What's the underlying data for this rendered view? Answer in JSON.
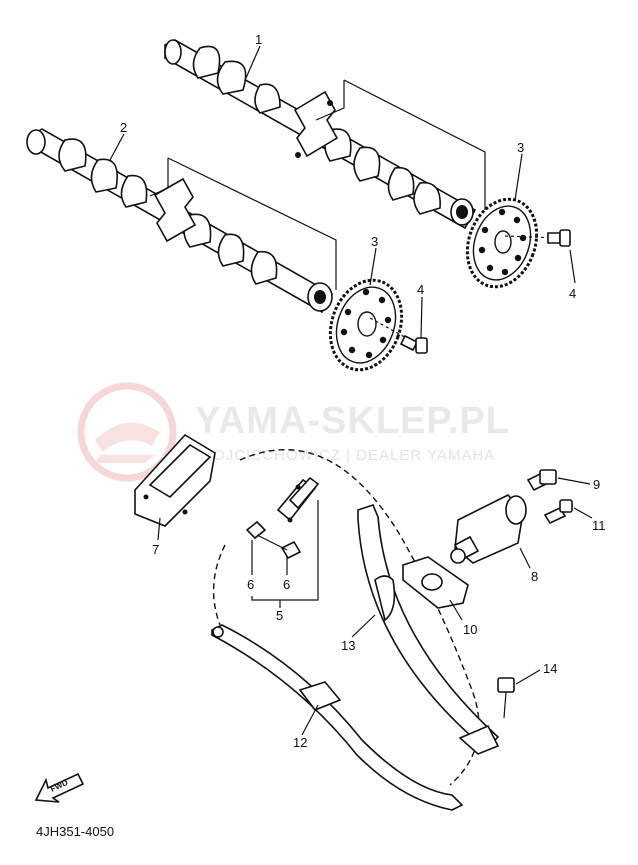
{
  "watermark": {
    "title": "YAMA-SKLEP.PL",
    "subtitle": "WOJCIECHOWICZ | DEALER YAMAHA"
  },
  "labels": [
    "1",
    "2",
    "3",
    "3",
    "4",
    "4",
    "5",
    "6",
    "6",
    "7",
    "8",
    "9",
    "10",
    "11",
    "12",
    "13",
    "14"
  ],
  "fwd_label": "FWD",
  "diagram_code": "4JH351-4050",
  "colors": {
    "line": "#111111",
    "watermark": "#e6e6e6",
    "logo": "#f3c9c9"
  }
}
